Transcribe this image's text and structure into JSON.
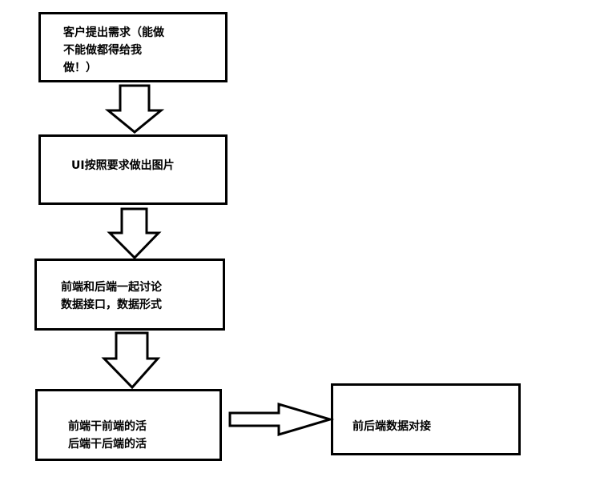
{
  "flowchart": {
    "steps": [
      {
        "lines": [
          "客户提出需求（能做",
          "不能做都得给我",
          "做！）"
        ]
      },
      {
        "lines": [
          "UI按照要求做出图片"
        ]
      },
      {
        "lines": [
          "前端和后端一起讨论",
          "数据接口，数据形式"
        ]
      },
      {
        "lines": [
          "前端干前端的活",
          "后端干后端的活"
        ]
      },
      {
        "lines": [
          "前后端数据对接"
        ]
      }
    ]
  }
}
